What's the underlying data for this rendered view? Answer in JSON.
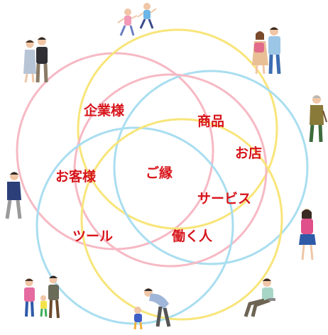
{
  "labels": {
    "corporate": "企業様",
    "products": "商品",
    "shop": "お店",
    "customers": "お客様",
    "connection": "ご縁",
    "services": "サービス",
    "tools": "ツール",
    "workers": "働く人"
  },
  "colors": {
    "label": "#d7141a",
    "ring_pink": "#f6b9c4",
    "ring_yellow": "#f8e57a",
    "ring_blue": "#a9def0",
    "skin": "#f0c6a6",
    "hair": "#4a3326"
  },
  "figures": [
    "children-running-icon",
    "couple-walking-icon",
    "couple-with-bag-icon",
    "elderly-man-icon",
    "man-walking-icon",
    "woman-walking-icon",
    "parent-and-child-icon",
    "man-with-toddler-icon",
    "man-sitting-icon"
  ]
}
